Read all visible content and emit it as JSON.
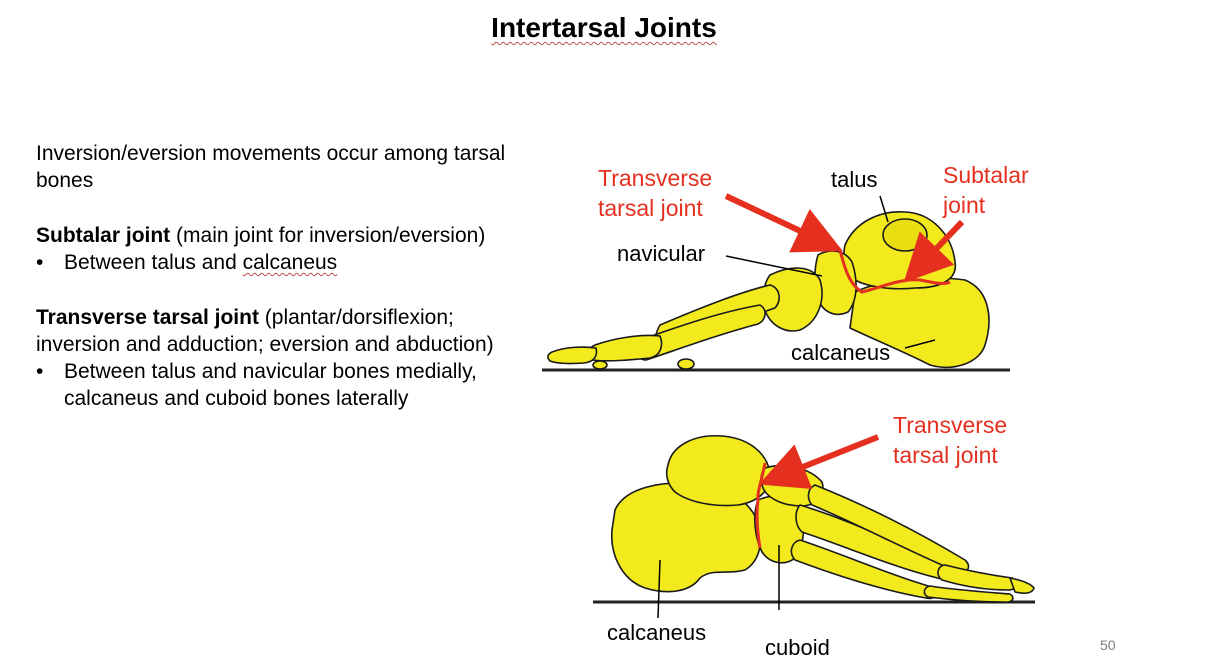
{
  "title": "Intertarsal Joints",
  "body": {
    "intro": "Inversion/eversion movements occur among tarsal bones",
    "subtalar_heading": "Subtalar joint",
    "subtalar_desc": " (main joint for inversion/eversion)",
    "subtalar_bullet_prefix": "Between talus and ",
    "subtalar_bullet_word": "calcaneus",
    "transverse_heading": "Transverse tarsal joint",
    "transverse_desc": " (plantar/dorsiflexion; inversion and adduction; eversion and abduction)",
    "transverse_bullet": "Between talus and navicular bones medially, calcaneus and cuboid bones laterally",
    "bullet_symbol": "•"
  },
  "figure_top": {
    "label_transverse_line1": "Transverse",
    "label_transverse_line2": "tarsal joint",
    "label_talus": "talus",
    "label_subtalar_line1": "Subtalar",
    "label_subtalar_line2": "joint",
    "label_navicular": "navicular",
    "label_calcaneus": "calcaneus"
  },
  "figure_bottom": {
    "label_transverse_line1": "Transverse",
    "label_transverse_line2": "tarsal joint",
    "label_calcaneus": "calcaneus",
    "label_cuboid": "cuboid"
  },
  "page_number": "50",
  "colors": {
    "annotation_red": "#e5301f",
    "bone_fill": "#f2ea1d",
    "bone_outline": "#1a1a1a"
  }
}
